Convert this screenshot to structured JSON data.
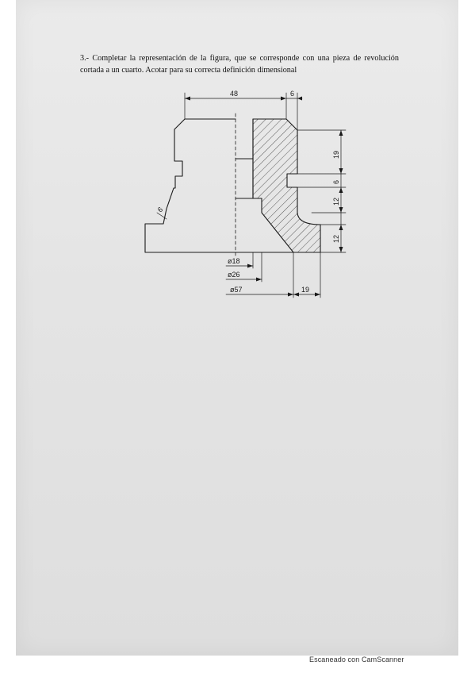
{
  "document": {
    "statement": "3.- Completar la representación de la figura, que se corresponde con una pieza de revolución cortada a un cuarto. Acotar para su correcta definición dimensional"
  },
  "dimensions": {
    "width_48": "48",
    "top_6": "6",
    "right_19": "19",
    "right_6": "6",
    "right_12a": "12",
    "right_12b": "12",
    "chamfer_6": "6",
    "dia_18": "ø18",
    "dia_26": "ø26",
    "dia_57": "ø57",
    "bottom_19": "19"
  },
  "footer": {
    "text": "Escaneado con CamScanner"
  }
}
